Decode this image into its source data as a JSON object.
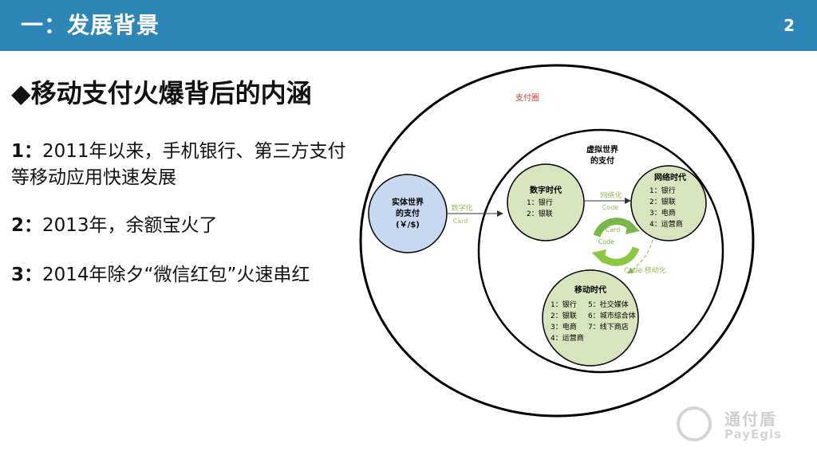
{
  "header": {
    "title": "一：发展背景",
    "page_number": "2"
  },
  "main": {
    "heading": "◆移动支付火爆背后的内涵",
    "points": [
      {
        "num": "1：",
        "text": "2011年以来，手机银行、第三方支付等移动应用快速发展"
      },
      {
        "num": "2：",
        "text": "2013年，余额宝火了"
      },
      {
        "num": "3：",
        "text": "2014年除夕“微信红包”火速串红"
      }
    ]
  },
  "diagram": {
    "outer_label": "支付圈",
    "virtual_world_label_1": "虚拟世界",
    "virtual_world_label_2": "的支付",
    "physical": {
      "line1": "实体世界",
      "line2": "的支付",
      "line3": "(￥/$)"
    },
    "arrow_digitize": {
      "top": "数字化",
      "bottom": "Card"
    },
    "arrow_network": {
      "top": "网络化",
      "bottom": "Code"
    },
    "arrow_mobile": "Code 移动化",
    "cycle": {
      "card": "Card",
      "code": "Code"
    },
    "digital_era": {
      "title": "数字时代",
      "items": [
        "1：银行",
        "2：银联"
      ]
    },
    "network_era": {
      "title": "网络时代",
      "items": [
        "1：银行",
        "2：银联",
        "3：电商",
        "4：运营商"
      ]
    },
    "mobile_era": {
      "title": "移动时代",
      "left_items": [
        "1：银行",
        "2：银联",
        "3：电商",
        "4：运营商"
      ],
      "right_items": [
        "5：社交媒体",
        "6：城市综合体",
        "7：线下商店"
      ]
    },
    "colors": {
      "era_fill": "#d7e4bd",
      "physical_fill": "#c6d9f1",
      "accent_green": "#7ab648",
      "arrow_text": "#9bbb59"
    }
  },
  "logo": {
    "cn": "通付盾",
    "en": "PayEgis"
  }
}
